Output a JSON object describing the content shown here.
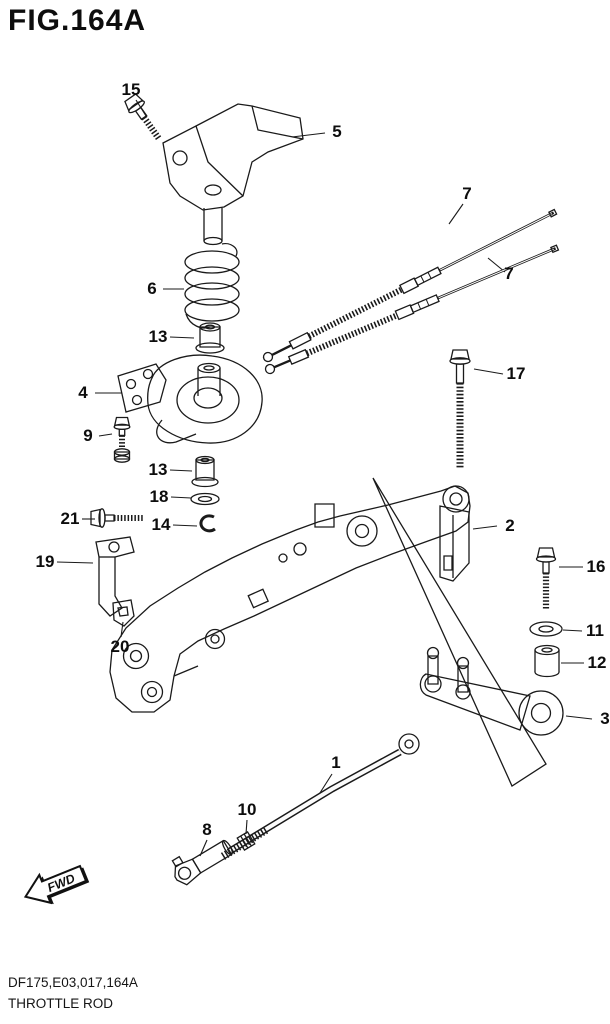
{
  "title": "FIG.164A",
  "footer": {
    "code": "DF175,E03,017,164A",
    "name": "THROTTLE ROD"
  },
  "fwd": {
    "label": "FWD"
  },
  "callouts": [
    {
      "num": "15"
    },
    {
      "num": "5"
    },
    {
      "num": "7"
    },
    {
      "num": "7"
    },
    {
      "num": "6"
    },
    {
      "num": "13"
    },
    {
      "num": "4"
    },
    {
      "num": "17"
    },
    {
      "num": "9"
    },
    {
      "num": "13"
    },
    {
      "num": "18"
    },
    {
      "num": "14"
    },
    {
      "num": "2"
    },
    {
      "num": "21"
    },
    {
      "num": "19"
    },
    {
      "num": "16"
    },
    {
      "num": "11"
    },
    {
      "num": "20"
    },
    {
      "num": "12"
    },
    {
      "num": "3"
    },
    {
      "num": "1"
    },
    {
      "num": "10"
    },
    {
      "num": "8"
    }
  ],
  "colors": {
    "line": "#1a1a1a",
    "fill_light": "#f4f4f4",
    "paper": "#ffffff"
  }
}
